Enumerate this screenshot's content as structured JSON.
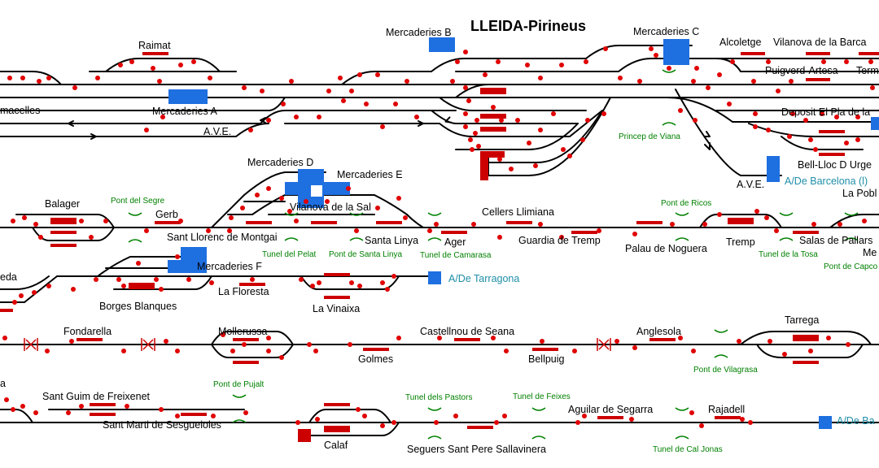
{
  "title": "LLEIDA-Pirineus",
  "colors": {
    "track": "#000000",
    "platform": "#cc0000",
    "signal": "#e00000",
    "block": "#1e6fe0",
    "tunnel": "#008000",
    "exit": "#1f8ea8"
  },
  "stations": {
    "raimat": "Raimat",
    "almacelles": "macelles",
    "mercaderies_a": "Mercaderies A",
    "ave": "A.V.E.",
    "mercaderies_b": "Mercaderies B",
    "mercaderies_c": "Mercaderies C",
    "alcoletge": "Alcoletge",
    "vilanova_barca": "Vilanova de la Barca",
    "term": "Term",
    "puigverd": "Puigverd-Artesa",
    "deposit": "Deposit El Pla de la",
    "bell_lloc": "Bell-Lloc D Urge",
    "ave2": "A.V.E.",
    "mercaderies_d": "Mercaderies D",
    "mercaderies_e": "Mercaderies E",
    "vilanova_sal": "Vilanova de la Sal",
    "balager": "Balager",
    "gerb": "Gerb",
    "cellers": "Cellers Llimiana",
    "la_pobla": "La Pobl",
    "sant_llorenc": "Sant Llorenc de Montgai",
    "santa_linya": "Santa Linya",
    "ager": "Ager",
    "guardia": "Guardia de Tremp",
    "palau": "Palau de Noguera",
    "tremp": "Tremp",
    "salas": "Salas de Pallars",
    "me": "Me",
    "mercaderies_f": "Mercaderies F",
    "alcoleda": "eda",
    "la_floresta": "La Floresta",
    "borges": "Borges Blanques",
    "la_vinaixa": "La Vinaixa",
    "fondarella": "Fondarella",
    "mollerussa": "Mollerussa",
    "castellnou": "Castellnou de Seana",
    "anglesola": "Anglesola",
    "tarrega": "Tarrega",
    "golmes": "Golmes",
    "bellpuig": "Bellpuig",
    "a_stub": "a",
    "sant_guim": "Sant Guim de Freixenet",
    "sant_marti": "Sant Marti de Sesgueioles",
    "aguilar": "Aguilar de Segarra",
    "rajadell": "Rajadell",
    "calaf": "Calaf",
    "seguers": "Seguers Sant Pere Sallavinera"
  },
  "tunnels": {
    "princep_viana": "Princep de Viana",
    "pont_segre": "Pont del Segre",
    "pont_ricos": "Pont de Ricos",
    "tunel_pelat": "Tunel del Pelat",
    "pont_santa_linya": "Pont de Santa Linya",
    "tunel_camarasa": "Tunel de Camarasa",
    "tunel_tosa": "Tunel de la Tosa",
    "pont_capco": "Pont de Capco",
    "pont_vilagrasa": "Pont de Vilagrasa",
    "pont_pujalt": "Pont de Pujalt",
    "tunel_pastors": "Tunel dels Pastors",
    "tunel_feixes": "Tunel de Feixes",
    "tunel_cal_jonas": "Tunel de Cal Jonas"
  },
  "exits": {
    "barcelona_l": "A/De Barcelona (l)",
    "tarragona": "A/De Tarragona",
    "barcelona_b": "A/De Ba"
  }
}
